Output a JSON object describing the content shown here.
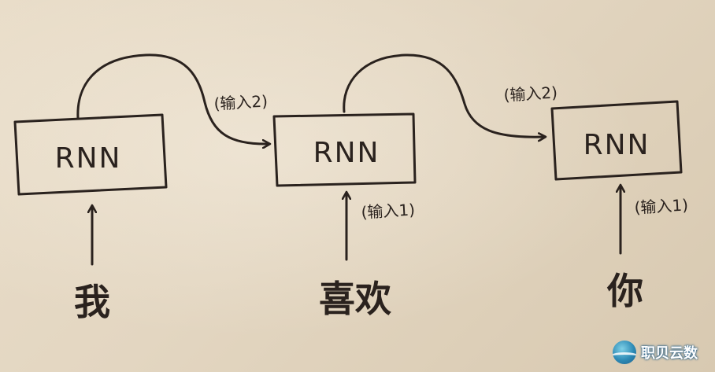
{
  "nodes": [
    {
      "label": "RNN"
    },
    {
      "label": "RNN"
    },
    {
      "label": "RNN"
    }
  ],
  "inputs": [
    {
      "word": "我"
    },
    {
      "word": "喜欢",
      "label": "(输入1)"
    },
    {
      "word": "你",
      "label": "(输入1)"
    }
  ],
  "recurrent_edges": [
    {
      "label": "(输入2)"
    },
    {
      "label": "(输入2)"
    }
  ],
  "watermark": {
    "text": "职贝云数"
  }
}
